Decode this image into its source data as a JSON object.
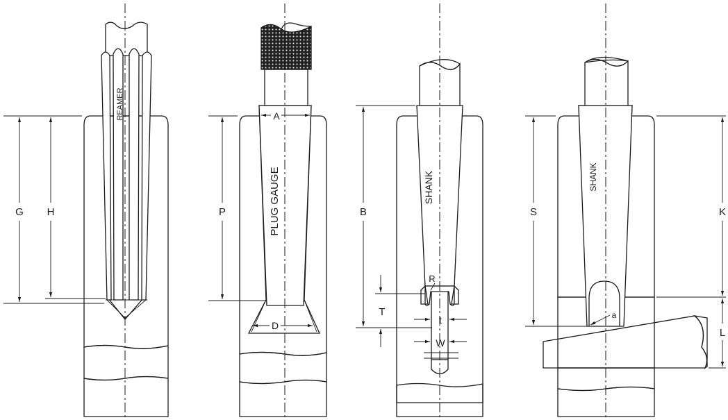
{
  "labels": {
    "reamer": "REAMER",
    "plug_gauge": "PLUG GAUGE",
    "shank": "SHANK",
    "A": "A",
    "D": "D",
    "P": "P",
    "G": "G",
    "H": "H",
    "B": "B",
    "T": "T",
    "R": "R",
    "t": "t",
    "W": "W",
    "S": "S",
    "K": "K",
    "L": "L",
    "a": "a"
  },
  "colors": {
    "line": "#1a1a1a",
    "background": "#ffffff"
  }
}
